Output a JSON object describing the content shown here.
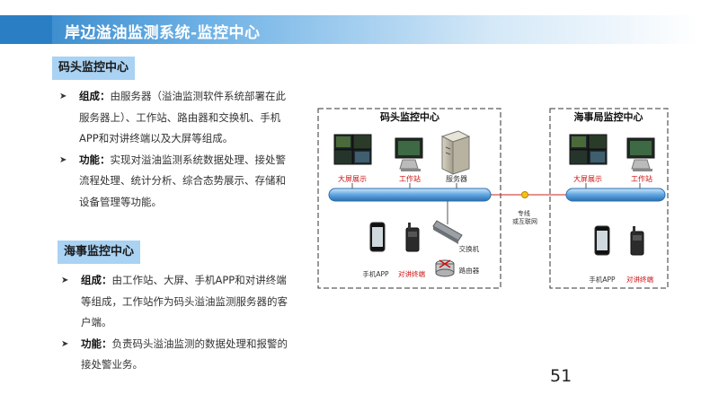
{
  "slide": {
    "title": "岸边溢油监测系统-监控中心",
    "page_number": "51"
  },
  "left": {
    "section1": {
      "label": "码头监控中心",
      "bullets": [
        {
          "key": "组成：",
          "text": "由服务器（溢油监测软件系统部署在此服务器上）、工作站、路由器和交换机、手机APP和对讲终端以及大屏等组成。"
        },
        {
          "key": "功能：",
          "text": "实现对溢油监测系统数据处理、接处警流程处理、统计分析、综合态势展示、存储和设备管理等功能。"
        }
      ]
    },
    "section2": {
      "label": "海事监控中心",
      "bullets": [
        {
          "key": "组成：",
          "text": "由工作站、大屏、手机APP和对讲终端等组成，工作站作为码头溢油监测服务器的客户端。"
        },
        {
          "key": "功能：",
          "text": "负责码头溢油监测的数据处理和报警的接处警业务。"
        }
      ]
    }
  },
  "diagram": {
    "left_box_title": "码头监控中心",
    "right_box_title": "海事局监控中心",
    "labels": {
      "big_screen_left": "大屏展示",
      "workstation_left": "工作站",
      "server": "服务器",
      "switch": "交换机",
      "router": "路由器",
      "phone_app_left": "手机APP",
      "intercom_left": "对讲终端",
      "link": "专线或互联网",
      "big_screen_right": "大屏展示",
      "workstation_right": "工作站",
      "phone_app_right": "手机APP",
      "intercom_right": "对讲终端"
    }
  }
}
